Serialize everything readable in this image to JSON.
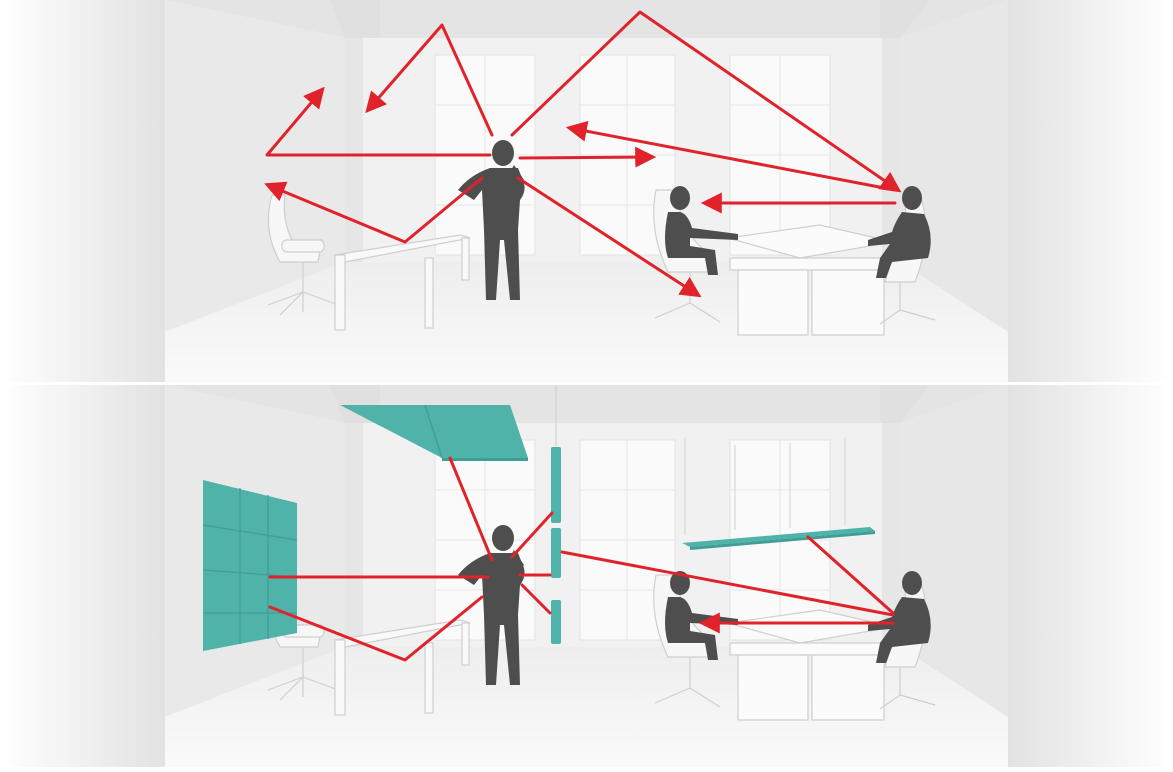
{
  "colors": {
    "sound_path": "#e0232b",
    "acoustic_panel": "#4fb3aa",
    "acoustic_panel_dark": "#3f9e95",
    "silhouette": "#4e4e4e",
    "wall": "#ececec",
    "floor": "#f2f2f2",
    "ceiling": "#e6e6e6"
  },
  "scenes": [
    {
      "variant": "without-acoustic-treatment",
      "reflections": 8,
      "acoustic_panels": 0
    },
    {
      "variant": "with-acoustic-treatment",
      "reflections": 3,
      "acoustic_panels": 5
    }
  ]
}
